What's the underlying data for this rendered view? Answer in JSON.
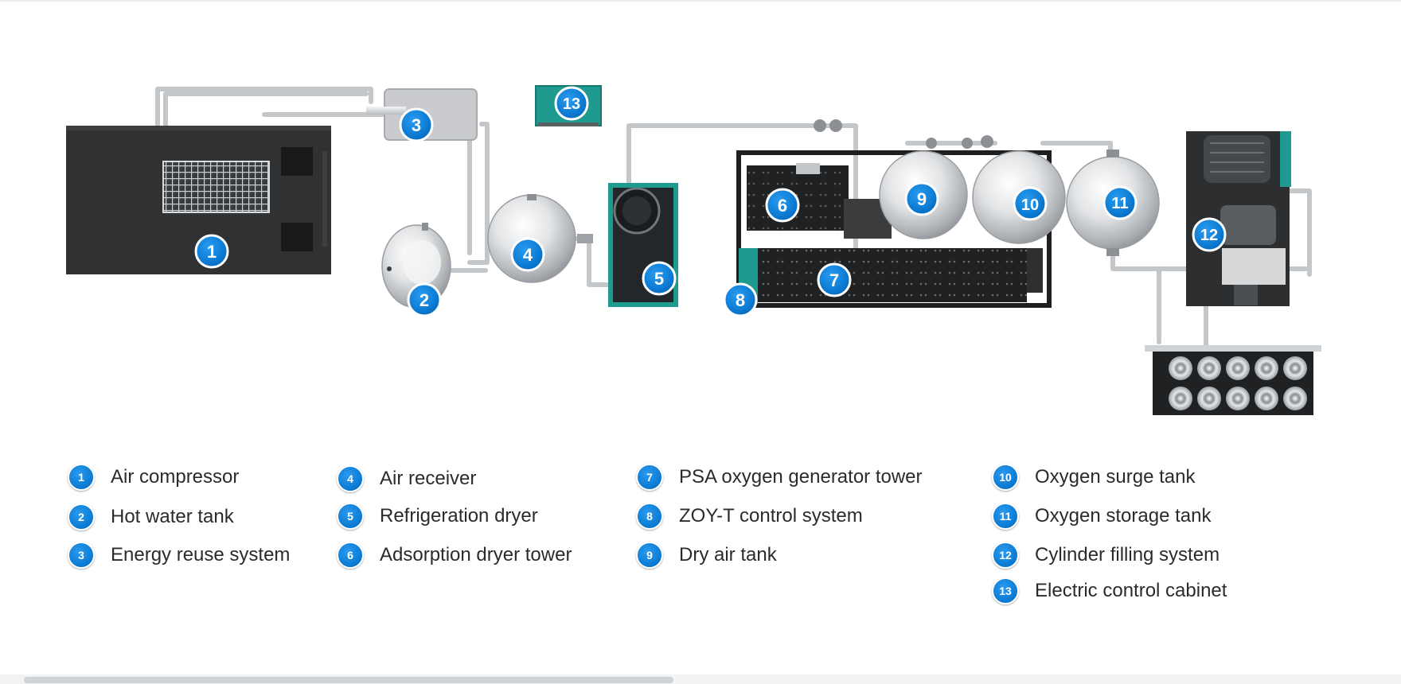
{
  "diagram": {
    "badges": [
      "1",
      "2",
      "3",
      "4",
      "5",
      "6",
      "7",
      "8",
      "9",
      "10",
      "11",
      "12",
      "13"
    ]
  },
  "legend": {
    "items": [
      {
        "number": "1",
        "label": "Air compressor"
      },
      {
        "number": "2",
        "label": "Hot water tank"
      },
      {
        "number": "3",
        "label": "Energy reuse system"
      },
      {
        "number": "4",
        "label": "Air receiver"
      },
      {
        "number": "5",
        "label": "Refrigeration dryer"
      },
      {
        "number": "6",
        "label": "Adsorption dryer tower"
      },
      {
        "number": "7",
        "label": "PSA oxygen generator tower"
      },
      {
        "number": "8",
        "label": "ZOY-T control system"
      },
      {
        "number": "9",
        "label": "Dry air tank"
      },
      {
        "number": "10",
        "label": "Oxygen surge tank"
      },
      {
        "number": "11",
        "label": "Oxygen storage tank"
      },
      {
        "number": "12",
        "label": "Cylinder filling system"
      },
      {
        "number": "13",
        "label": "Electric control cabinet"
      }
    ]
  },
  "colors": {
    "badge": "#0a78d0",
    "teal": "#1f9a8e",
    "equipment_dark": "#2f3133",
    "steel": "#d4d6d8"
  }
}
